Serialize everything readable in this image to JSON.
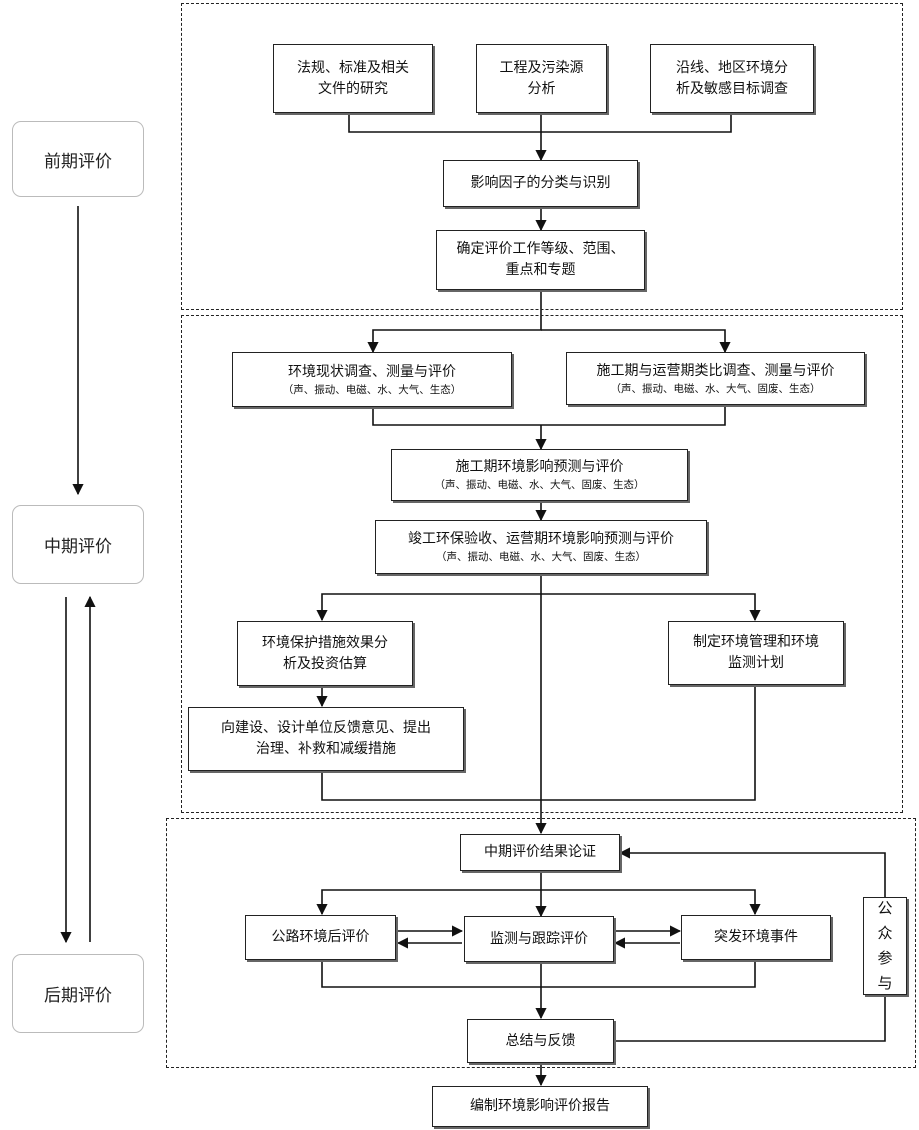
{
  "phases": {
    "early": "前期评价",
    "middle": "中期评价",
    "late": "后期评价"
  },
  "nodes": {
    "regulations": {
      "line1": "法规、标准及相关",
      "line2": "文件的研究"
    },
    "pollution": {
      "line1": "工程及污染源",
      "line2": "分析"
    },
    "route": {
      "line1": "沿线、地区环境分",
      "line2": "析及敏感目标调查"
    },
    "factors": {
      "text": "影响因子的分类与识别"
    },
    "grade": {
      "line1": "确定评价工作等级、范围、",
      "line2": "重点和专题"
    },
    "current": {
      "main": "环境现状调查、测量与评价",
      "sub": "（声、振动、电磁、水、大气、生态）"
    },
    "analog": {
      "main": "施工期与运营期类比调查、测量与评价",
      "sub": "（声、振动、电磁、水、大气、固废、生态）"
    },
    "construction": {
      "main": "施工期环境影响预测与评价",
      "sub": "（声、振动、电磁、水、大气、固废、生态）"
    },
    "completion": {
      "main": "竣工环保验收、运营期环境影响预测与评价",
      "sub": "（声、振动、电磁、水、大气、固废、生态）"
    },
    "protection": {
      "line1": "环境保护措施效果分",
      "line2": "析及投资估算"
    },
    "management": {
      "line1": "制定环境管理和环境",
      "line2": "监测计划"
    },
    "feedback_units": {
      "line1": "向建设、设计单位反馈意见、提出",
      "line2": "治理、补救和减缓措施"
    },
    "mid_result": {
      "text": "中期评价结果论证"
    },
    "post_eval": {
      "text": "公路环境后评价"
    },
    "monitoring": {
      "text": "监测与跟踪评价"
    },
    "emergency": {
      "text": "突发环境事件"
    },
    "public": {
      "chars": [
        "公",
        "众",
        "参",
        "与"
      ]
    },
    "summary": {
      "text": "总结与反馈"
    },
    "report": {
      "text": "编制环境影响评价报告"
    }
  }
}
